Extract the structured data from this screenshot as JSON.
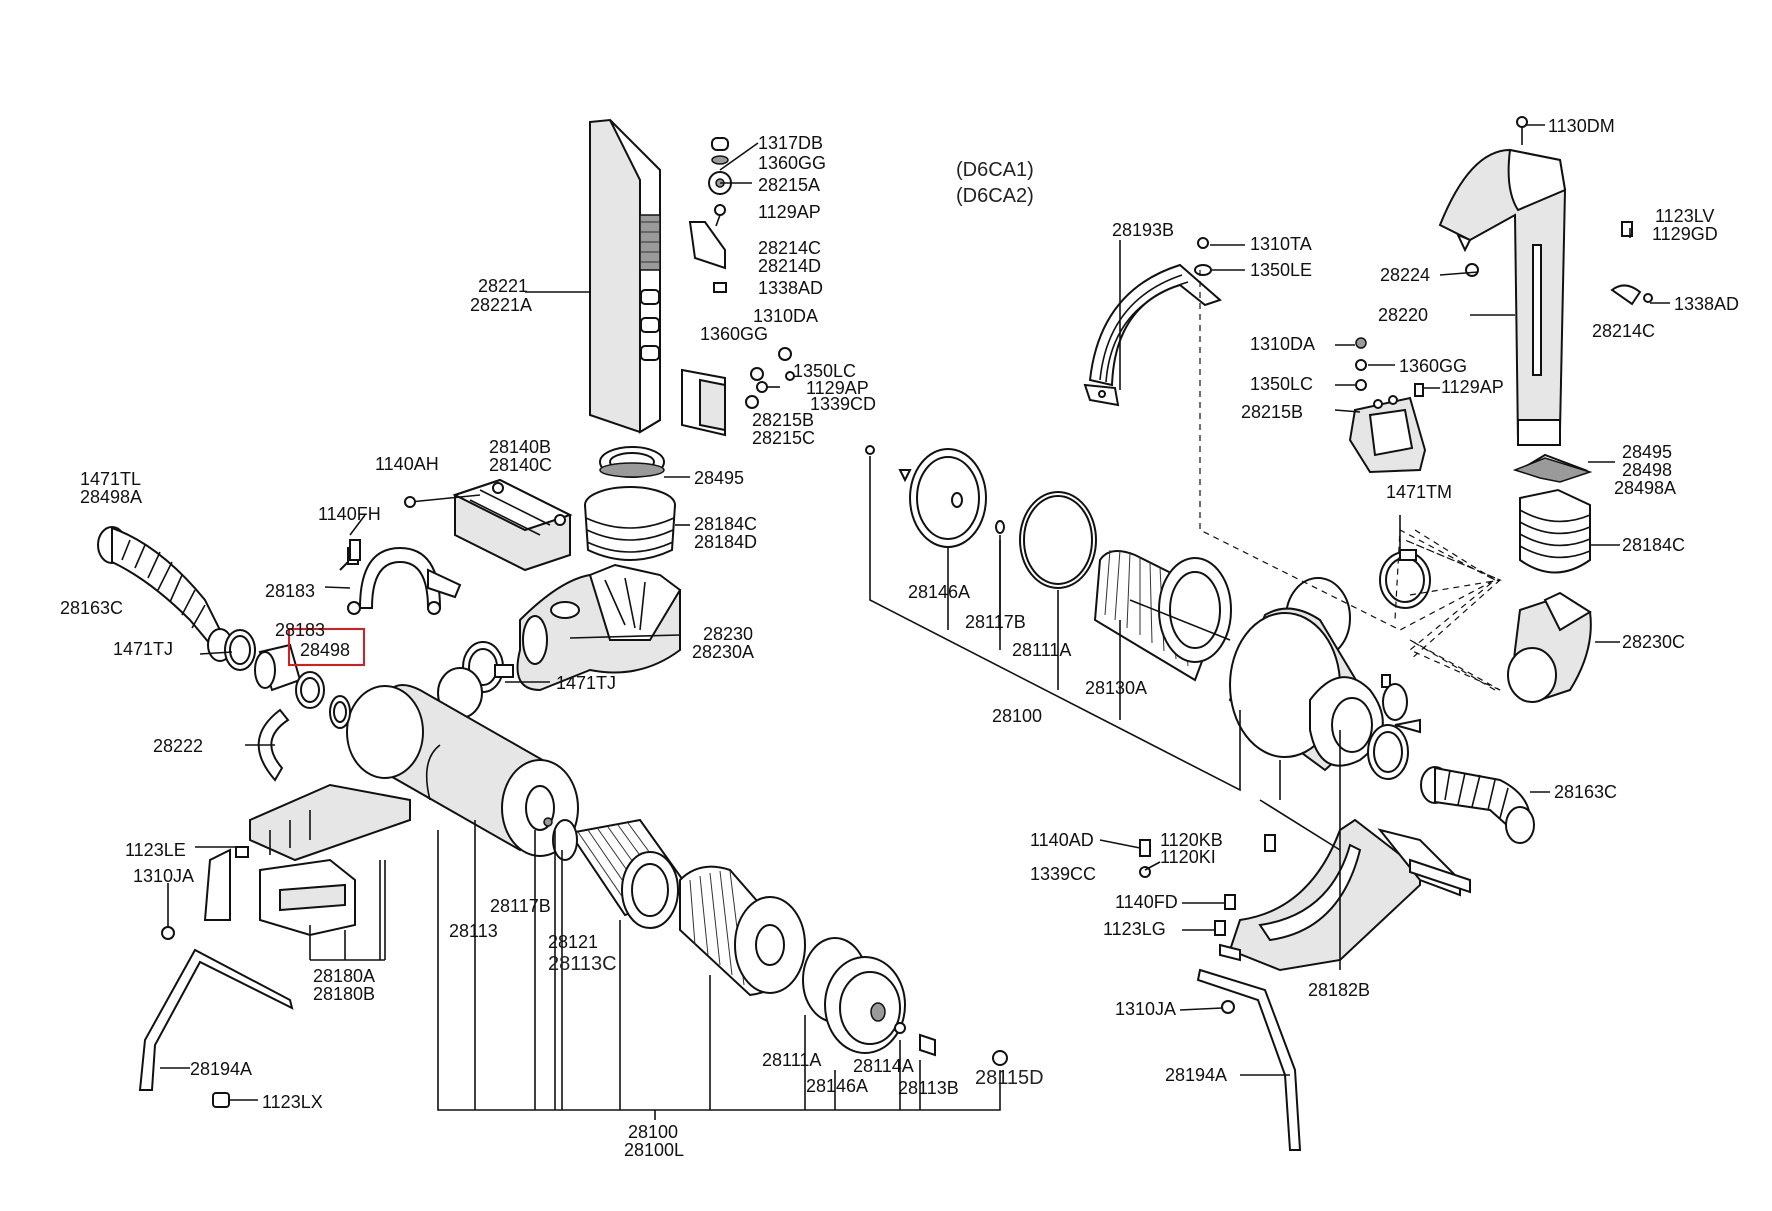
{
  "engine_codes": [
    "(D6CA1)",
    "(D6CA2)"
  ],
  "highlighted_part": "28498",
  "labels": {
    "l_1317DB": "1317DB",
    "l_1360GG_a": "1360GG",
    "l_28215A": "28215A",
    "l_1129AP_a": "1129AP",
    "l_28214C_a": "28214C",
    "l_28214D": "28214D",
    "l_1338AD_a": "1338AD",
    "l_1310DA_a": "1310DA",
    "l_1360GG_b": "1360GG",
    "l_1350LC_a": "1350LC",
    "l_1129AP_b": "1129AP",
    "l_1339CD": "1339CD",
    "l_28215B_a": "28215B",
    "l_28215C": "28215C",
    "l_28221": "28221",
    "l_28221A": "28221A",
    "l_28495_a": "28495",
    "l_28184C_a": "28184C",
    "l_28184D": "28184D",
    "l_28140B": "28140B",
    "l_28140C": "28140C",
    "l_1140AH": "1140AH",
    "l_1140FH": "1140FH",
    "l_1471TL": "1471TL",
    "l_28498A_a": "28498A",
    "l_28163C_a": "28163C",
    "l_28183_a": "28183",
    "l_28183_b": "28183",
    "l_28498": "28498",
    "l_1471TJ_a": "1471TJ",
    "l_28230": "28230",
    "l_28230A": "28230A",
    "l_1471TJ_b": "1471TJ",
    "l_28222": "28222",
    "l_1123LE": "1123LE",
    "l_1310JA_a": "1310JA",
    "l_28180A": "28180A",
    "l_28180B": "28180B",
    "l_28194A_a": "28194A",
    "l_1123LX": "1123LX",
    "l_28117B_a": "28117B",
    "l_28113": "28113",
    "l_28121": "28121",
    "l_28113C": "28113C",
    "l_28111A_a": "28111A",
    "l_28146A_a": "28146A",
    "l_28114A": "28114A",
    "l_28113B": "28113B",
    "l_28115D": "28115D",
    "l_28100_a": "28100",
    "l_28100L": "28100L",
    "l_28193B": "28193B",
    "l_1310TA": "1310TA",
    "l_1350LE": "1350LE",
    "l_1310DA_b": "1310DA",
    "l_1350LC_b": "1350LC",
    "l_28215B_b": "28215B",
    "l_1360GG_c": "1360GG",
    "l_1129AP_c": "1129AP",
    "l_1130DM": "1130DM",
    "l_1123LV": "1123LV",
    "l_1129GD": "1129GD",
    "l_28224": "28224",
    "l_28220": "28220",
    "l_1338AD_b": "1338AD",
    "l_28214C_b": "28214C",
    "l_28495_b": "28495",
    "l_28498_b": "28498",
    "l_28498A_b": "28498A",
    "l_1471TM": "1471TM",
    "l_28184C_b": "28184C",
    "l_28230C": "28230C",
    "l_28146A_b": "28146A",
    "l_28117B_b": "28117B",
    "l_28111A_b": "28111A",
    "l_28130A": "28130A",
    "l_28100_b": "28100",
    "l_28163C_b": "28163C",
    "l_1140AD": "1140AD",
    "l_1120KB": "1120KB",
    "l_1120KI": "1120KI",
    "l_1339CC": "1339CC",
    "l_1140FD": "1140FD",
    "l_1123LG": "1123LG",
    "l_28182B": "28182B",
    "l_1310JA_b": "1310JA",
    "l_28194A_b": "28194A"
  }
}
